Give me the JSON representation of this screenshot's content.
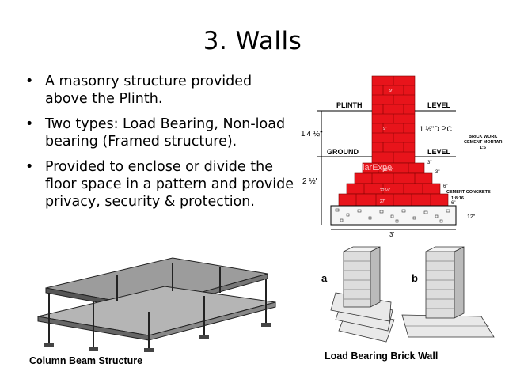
{
  "slide": {
    "title": "3. Walls",
    "bullets": [
      "A masonry structure provided above the Plinth.",
      "Two types: Load Bearing, Non-load bearing (Framed structure).",
      "Provided to enclose or divide the floor space in a pattern and provide privacy, security & protection."
    ],
    "bullet_glyph": "•"
  },
  "figures": {
    "wall_section": {
      "labels": {
        "plinth": "PLINTH",
        "level_top": "LEVEL",
        "ground": "GROUND",
        "level_bottom": "LEVEL",
        "height_upper": "1'4 ½\"",
        "height_lower": "2 ½'",
        "dpc": "1 ½\"D.P.C",
        "brickwork_1": "BRICK WORK",
        "brickwork_2": "CEMENT MORTAR",
        "brickwork_3": "1:6",
        "concrete_1": "CEMENT CONCRETE",
        "concrete_2": "1:8:16",
        "dim_3in_a": "3\"",
        "dim_3in_b": "3\"",
        "dim_6in_a": "6\"",
        "dim_6in_b": "6\"",
        "dim_12in": "12\"",
        "dim_base": "3'",
        "dim_top": "9\"",
        "dim_mid": "9\"",
        "dim_w1": "13 ½\"",
        "dim_w2": "22 ½\"",
        "dim_w3": "27\"",
        "watermark": "iarExpe"
      },
      "colors": {
        "brick": "#e8141b",
        "mortar": "#7a0000"
      }
    },
    "column_beam": {
      "caption": "Column Beam Structure"
    },
    "brick_wall": {
      "caption": "Load Bearing Brick Wall",
      "label_a": "a",
      "label_b": "b"
    }
  }
}
